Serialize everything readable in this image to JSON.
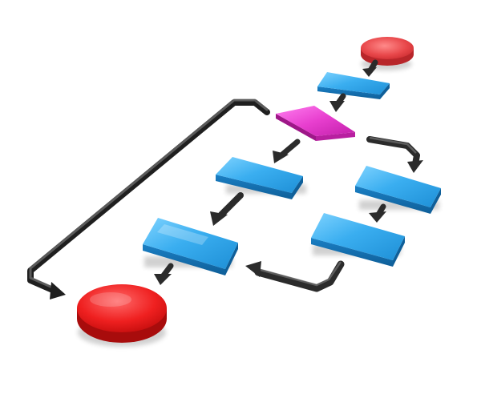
{
  "diagram": {
    "kind": "3d-flowchart",
    "colors": {
      "start_terminal": "#e8474a",
      "end_terminal": "#e81515",
      "process": "#3aaef0",
      "decision": "#e83fcf",
      "connector": "#2b2b2b"
    },
    "nodes": [
      {
        "id": "start",
        "shape": "ellipse",
        "role": "terminal"
      },
      {
        "id": "process-1",
        "shape": "rectangle",
        "role": "process"
      },
      {
        "id": "decision",
        "shape": "diamond",
        "role": "decision"
      },
      {
        "id": "process-left-1",
        "shape": "rectangle",
        "role": "process"
      },
      {
        "id": "process-left-2",
        "shape": "rectangle",
        "role": "process"
      },
      {
        "id": "process-right-1",
        "shape": "rectangle",
        "role": "process"
      },
      {
        "id": "process-right-2",
        "shape": "rectangle",
        "role": "process"
      },
      {
        "id": "end",
        "shape": "ellipse",
        "role": "terminal"
      }
    ],
    "edges": [
      {
        "from": "start",
        "to": "process-1"
      },
      {
        "from": "process-1",
        "to": "decision"
      },
      {
        "from": "decision",
        "to": "process-left-1"
      },
      {
        "from": "decision",
        "to": "process-right-1"
      },
      {
        "from": "decision",
        "to": "end",
        "route": "loop-left"
      },
      {
        "from": "process-left-1",
        "to": "process-left-2"
      },
      {
        "from": "process-left-2",
        "to": "end"
      },
      {
        "from": "process-right-1",
        "to": "process-right-2"
      },
      {
        "from": "process-right-2",
        "to": "process-left-2"
      }
    ]
  }
}
